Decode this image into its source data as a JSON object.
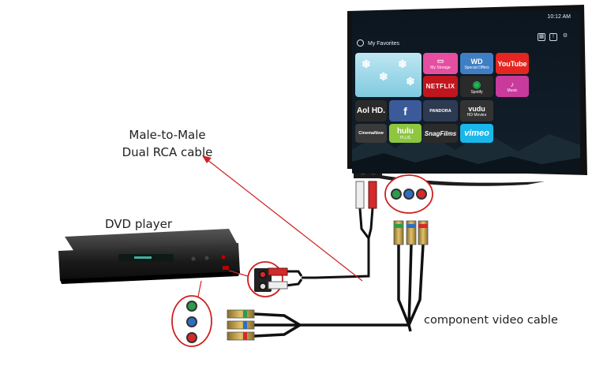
{
  "labels": {
    "rca_cable_line1": "Male-to-Male",
    "rca_cable_line2": "Dual RCA cable",
    "dvd_player": "DVD player",
    "component_cable": "component video cable"
  },
  "tv": {
    "time": "10:12 AM",
    "section_title": "My Favorites",
    "tiles": {
      "storage": "My Storage",
      "wd": "WD",
      "wd_sub": "Special Offers",
      "youtube": "YouTube",
      "netflix": "NETFLIX",
      "spotify": "Spotify",
      "music": "Music",
      "aol": "Aol HD.",
      "facebook": "f",
      "pandora": "PANDORA",
      "vudu": "vudu",
      "vudu_sub": "HD Movies",
      "cinemanow": "CinemaNow",
      "hulu": "hulu",
      "hulu_sub": "PLUS",
      "snagfilms": "SnagFilms",
      "vimeo": "vimeo"
    }
  },
  "colors": {
    "rca_red": "#d42a2a",
    "rca_white": "#e8e8e8",
    "component_green": "#2e9b4a",
    "component_blue": "#2c6fc2",
    "callout_red": "#cc2222",
    "cable_black": "#111111"
  }
}
